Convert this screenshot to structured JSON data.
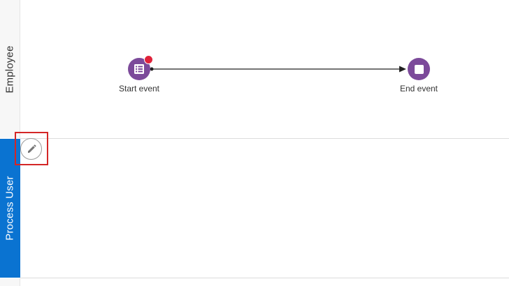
{
  "lanes": [
    {
      "label": "Employee"
    },
    {
      "label": "Process User",
      "selected": true
    }
  ],
  "events": {
    "start": {
      "label": "Start event",
      "icon": "form-list-icon",
      "has_badge": true,
      "badge_color": "#e0223a"
    },
    "end": {
      "label": "End event",
      "icon": "stop-icon"
    }
  },
  "colors": {
    "event_fill": "#7c4a9a",
    "selected_lane": "#0a73d1",
    "highlight": "#d42626"
  },
  "edit_button": {
    "icon": "pencil-icon",
    "highlighted": true
  }
}
